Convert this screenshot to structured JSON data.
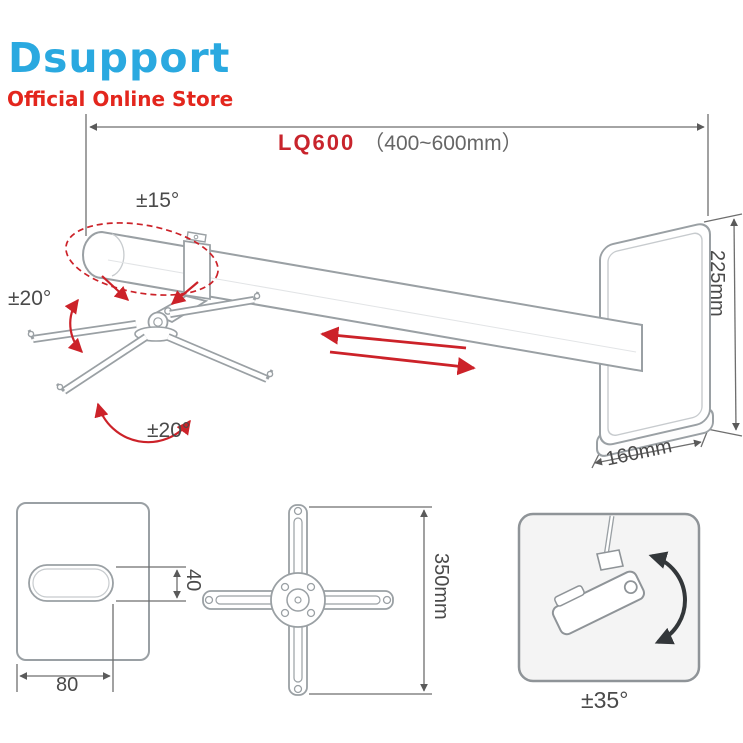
{
  "brand": {
    "name": "Dsupport",
    "tagline": "Official Online Store",
    "brand_color": "#2aa9e0",
    "tagline_color": "#e3261d"
  },
  "header": {
    "model": "LQ600",
    "range": "（400~600mm）"
  },
  "annotations": {
    "arm_tilt": "±15°",
    "head_swivel": "±20°",
    "head_rotate": "±20°",
    "plate_height": "225mm",
    "plate_depth": "160mm",
    "slot_width": "80",
    "slot_height": "40",
    "spider_span": "350mm",
    "projector_tilt": "±35°"
  },
  "colors": {
    "accent_red": "#cc2229",
    "line_gray": "#9aa0a4",
    "dim_text": "#4a4a4a",
    "dark_arrow": "#33373a"
  }
}
